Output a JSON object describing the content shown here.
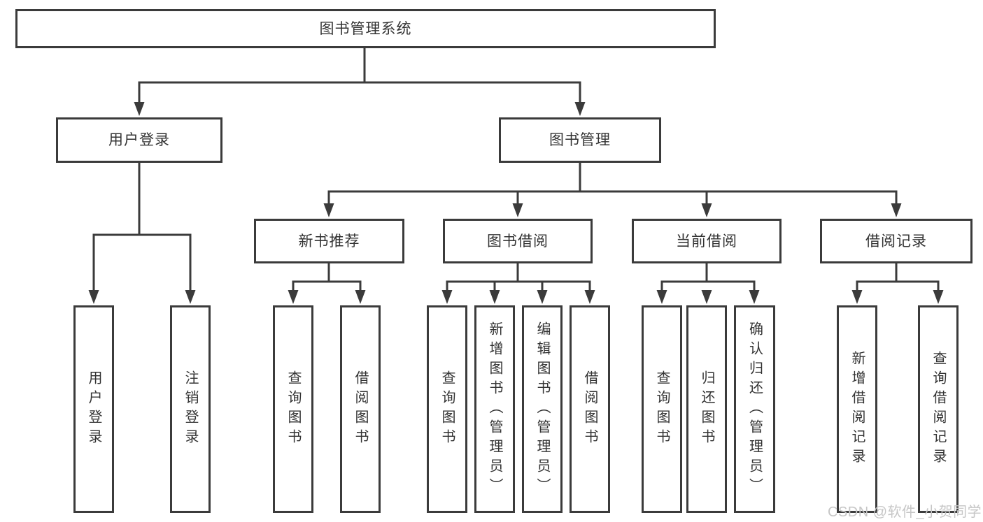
{
  "diagram_title": "图书管理系统",
  "nodes": {
    "root": {
      "label": "图书管理系统"
    },
    "user_login": {
      "label": "用户登录"
    },
    "book_management": {
      "label": "图书管理"
    },
    "new_book_recommend": {
      "label": "新书推荐"
    },
    "book_borrow": {
      "label": "图书借阅"
    },
    "current_borrow": {
      "label": "当前借阅"
    },
    "borrow_records": {
      "label": "借阅记录"
    },
    "leaf_user_login": {
      "label": "用户登录"
    },
    "leaf_logout": {
      "label": "注销登录"
    },
    "leaf_nbr_query_book": {
      "label": "查询图书"
    },
    "leaf_nbr_borrow_book": {
      "label": "借阅图书"
    },
    "leaf_bb_query_book": {
      "label": "查询图书"
    },
    "leaf_bb_add_book": {
      "label": "新增图书（管理员）"
    },
    "leaf_bb_edit_book": {
      "label": "编辑图书（管理员）"
    },
    "leaf_bb_borrow_book": {
      "label": "借阅图书"
    },
    "leaf_cb_query_book": {
      "label": "查询图书"
    },
    "leaf_cb_return_book": {
      "label": "归还图书"
    },
    "leaf_cb_confirm_return": {
      "label": "确认归还（管理员）"
    },
    "leaf_br_add_record": {
      "label": "新增借阅记录"
    },
    "leaf_br_query_record": {
      "label": "查询借阅记录"
    }
  },
  "hierarchy": {
    "图书管理系统": [
      "用户登录",
      "图书管理"
    ],
    "用户登录": [
      "用户登录",
      "注销登录"
    ],
    "图书管理": [
      "新书推荐",
      "图书借阅",
      "当前借阅",
      "借阅记录"
    ],
    "新书推荐": [
      "查询图书",
      "借阅图书"
    ],
    "图书借阅": [
      "查询图书",
      "新增图书（管理员）",
      "编辑图书（管理员）",
      "借阅图书"
    ],
    "当前借阅": [
      "查询图书",
      "归还图书",
      "确认归还（管理员）"
    ],
    "借阅记录": [
      "新增借阅记录",
      "查询借阅记录"
    ]
  },
  "watermark": {
    "text": "CSDN @软件_小贺同学"
  },
  "colors": {
    "line": "#3b3b3b",
    "text": "#333333",
    "box_background": "#ffffff",
    "watermark": "#c6c6c6",
    "background": "#ffffff"
  }
}
